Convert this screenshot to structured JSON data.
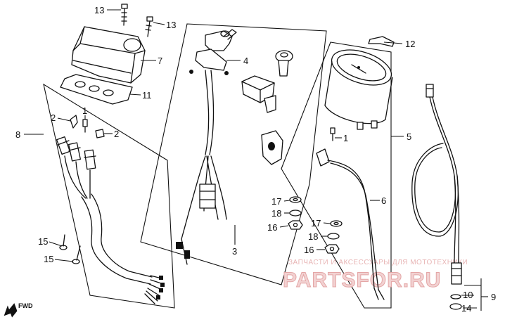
{
  "watermark": {
    "line1": "ЗАПЧАСТИ И АКСЕССУАРЫ ДЛЯ МОТОТЕХНИКИ",
    "logo": "PARTSFOR.RU"
  },
  "fwd_label": "FWD",
  "callouts": {
    "c13a": "13",
    "c13b": "13",
    "c7": "7",
    "c11": "11",
    "c8": "8",
    "c2a": "2",
    "c1a": "1",
    "c2b": "2",
    "c15a": "15",
    "c15b": "15",
    "c4": "4",
    "c3": "3",
    "c12": "12",
    "c5": "5",
    "c1b": "1",
    "c6": "6",
    "c17a": "17",
    "c18a": "18",
    "c16a": "16",
    "c17b": "17",
    "c18b": "18",
    "c16b": "16",
    "c9": "9",
    "c10": "10",
    "c14": "14"
  }
}
